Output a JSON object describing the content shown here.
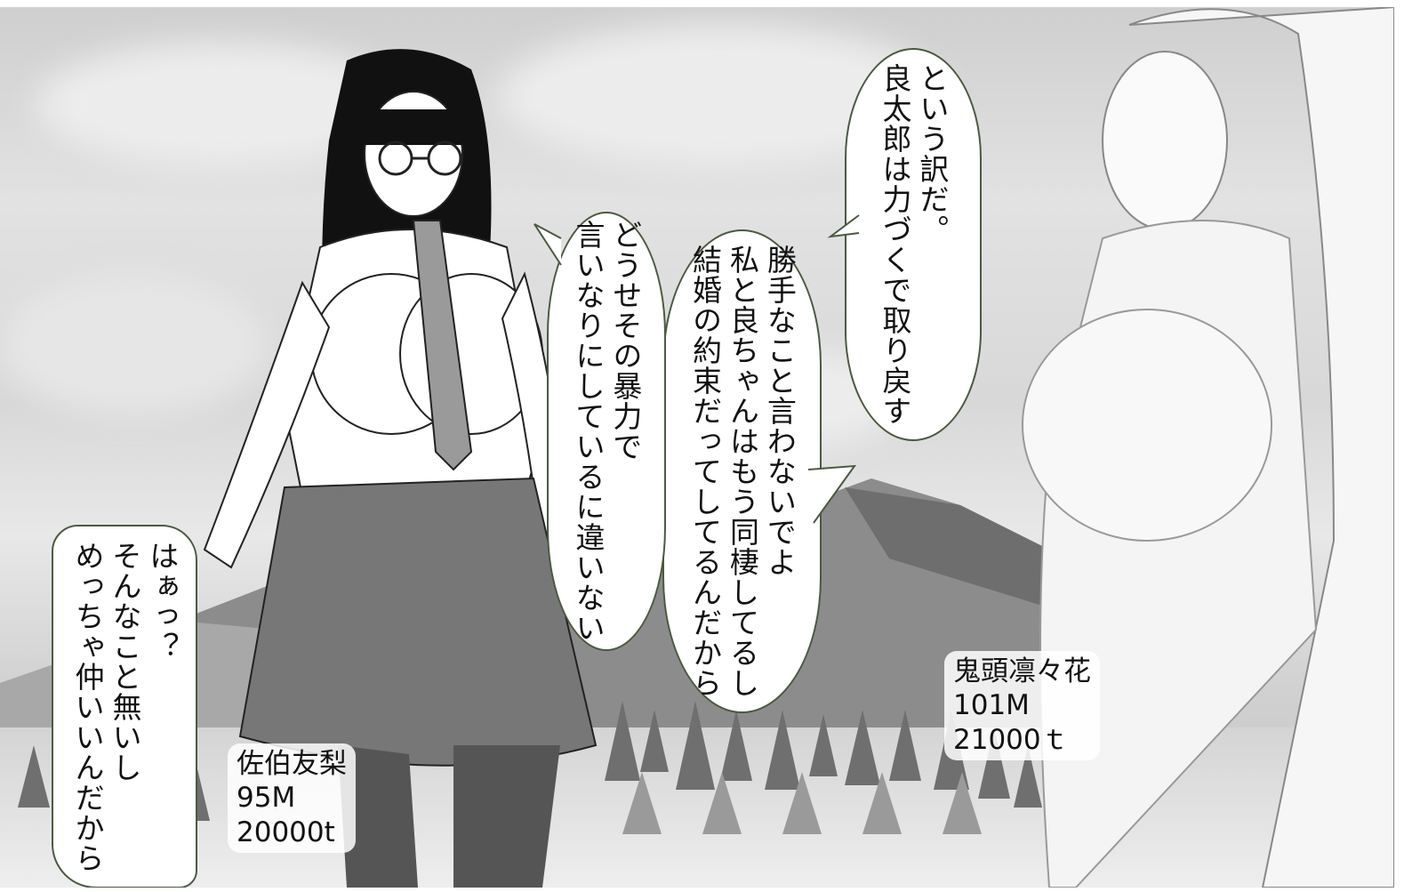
{
  "bubbles": {
    "rinka_line": "という訳だ。\n良太郎は力づくで取り戻す",
    "yuri_line_1": "勝手なこと言わないでよ\n私と良ちゃんはもう同棲してるし\n結婚の約束だってしてるんだから",
    "yuri_line_2": "どうせその暴力で\n言いなりにしているに違いない",
    "yuri_line_3": "はぁっ？\nそんなこと無いし\nめっちゃ仲いいんだから"
  },
  "labels": {
    "yuri": {
      "name": "佐伯友梨",
      "height": "95M",
      "weight": "20000t"
    },
    "rinka": {
      "name": "鬼頭凛々花",
      "height": "101M",
      "weight": "21000ｔ"
    }
  }
}
